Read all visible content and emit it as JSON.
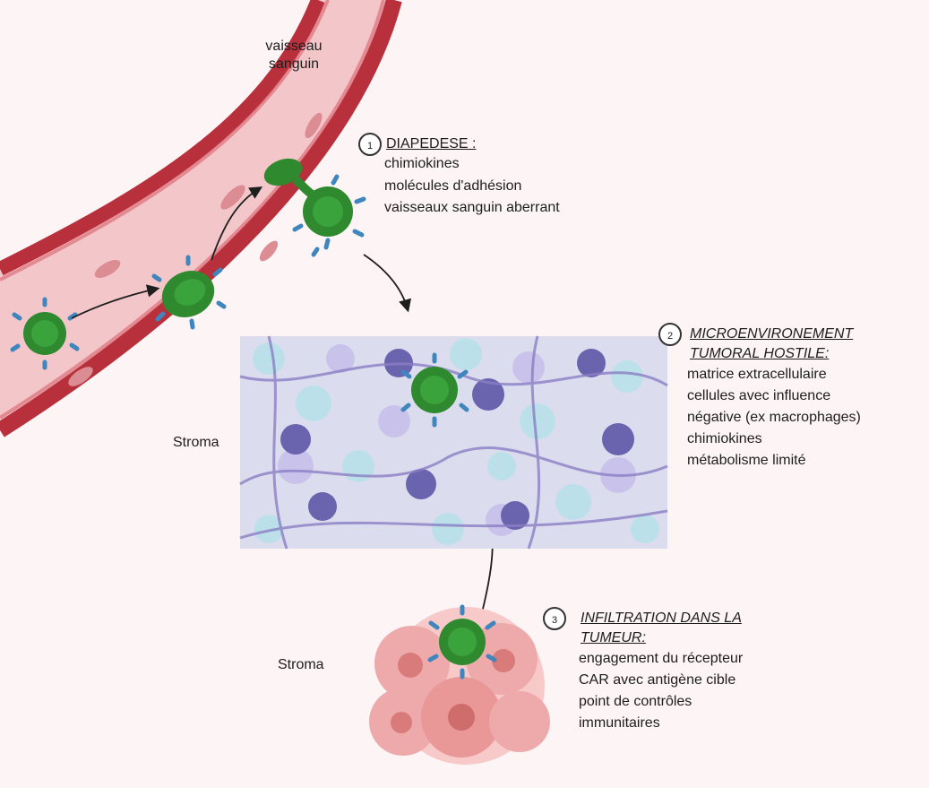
{
  "vessel_label": [
    "vaisseau",
    "sanguin"
  ],
  "stroma_label_1": "Stroma",
  "stroma_label_2": "Stroma",
  "steps": [
    {
      "number": "1",
      "title": "DIAPEDESE :",
      "lines": [
        "chimiokines",
        "molécules d'adhésion",
        "vaisseaux sanguin aberrant"
      ]
    },
    {
      "number": "2",
      "title": [
        "MICROENVIRONEMENT",
        "TUMORAL HOSTILE:"
      ],
      "lines": [
        "matrice extracellulaire",
        "cellules avec influence",
        "négative (ex macrophages)",
        "chimiokines",
        "métabolisme limité"
      ]
    },
    {
      "number": "3",
      "title": [
        "INFILTRATION DANS LA",
        "TUMEUR:"
      ],
      "lines": [
        "engagement du récepteur",
        "CAR avec antigène cible",
        "point de contrôles",
        "immunitaires"
      ]
    }
  ],
  "colors": {
    "background": "#fcf4f5",
    "vessel_wall": "#b5303a",
    "vessel_lumen": "#f2c3c7",
    "car_t_cell": "#2f8a2f",
    "receptor": "#3f86bf",
    "stroma": "#8b7fc4",
    "tumor": "#e8a0a0"
  }
}
